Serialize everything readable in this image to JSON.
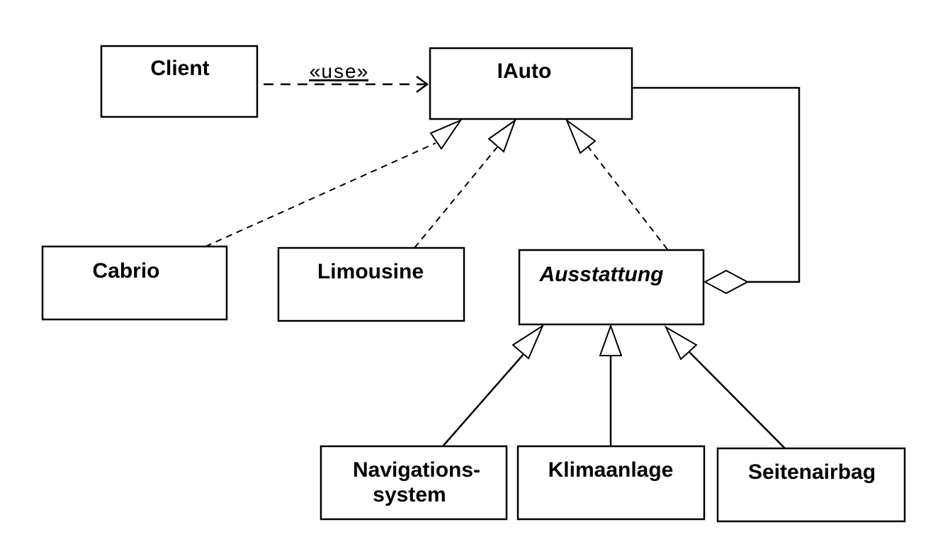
{
  "classes": {
    "client": "Client",
    "iauto": "IAuto",
    "cabrio": "Cabrio",
    "limousine": "Limousine",
    "ausstattung": "Ausstattung",
    "navigationssystem_line1": "Navigations-",
    "navigationssystem_line2": "system",
    "klimaanlage": "Klimaanlage",
    "seitenairbag": "Seitenairbag"
  },
  "relations": {
    "use_stereotype": "«use»"
  }
}
